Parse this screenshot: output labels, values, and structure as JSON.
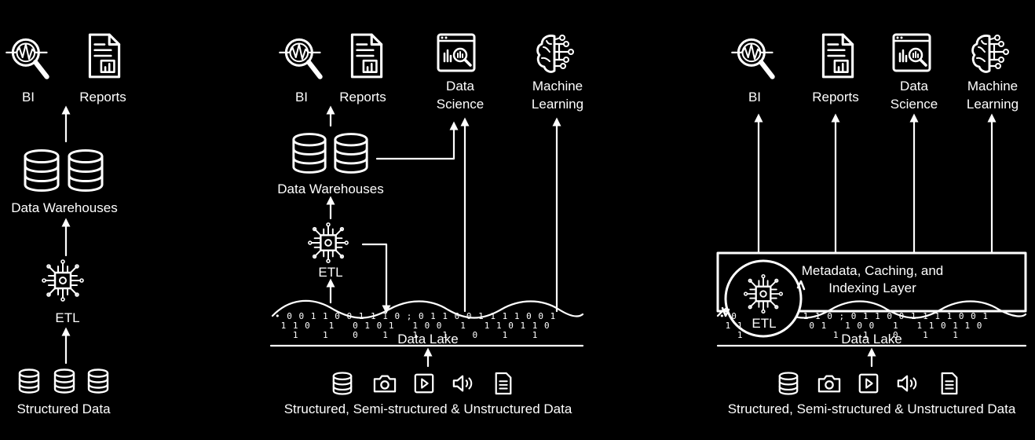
{
  "architecture_1": {
    "consumers": {
      "bi": "BI",
      "reports": "Reports"
    },
    "warehouse": "Data Warehouses",
    "etl": "ETL",
    "source": "Structured Data"
  },
  "architecture_2": {
    "consumers": {
      "bi": "BI",
      "reports": "Reports",
      "data_science": [
        "Data",
        "Science"
      ],
      "machine_learning": [
        "Machine",
        "Learning"
      ]
    },
    "warehouse": "Data Warehouses",
    "etl": "ETL",
    "lake": "Data Lake",
    "source": "Structured, Semi-structured & Unstructured Data"
  },
  "architecture_3": {
    "consumers": {
      "bi": "BI",
      "reports": "Reports",
      "data_science": [
        "Data",
        "Science"
      ],
      "machine_learning": [
        "Machine",
        "Learning"
      ]
    },
    "layer": [
      "Metadata, Caching, and",
      "Indexing Layer"
    ],
    "etl": "ETL",
    "lake": "Data Lake",
    "source": "Structured, Semi-structured & Unstructured Data"
  },
  "icons": [
    "analytics-magnifier-icon",
    "report-document-icon",
    "data-science-dashboard-icon",
    "brain-network-icon",
    "database-icon",
    "etl-chip-icon",
    "camera-icon",
    "video-play-icon",
    "audio-speaker-icon",
    "document-icon"
  ],
  "colors": {
    "background": "#000000",
    "foreground": "#ffffff"
  }
}
